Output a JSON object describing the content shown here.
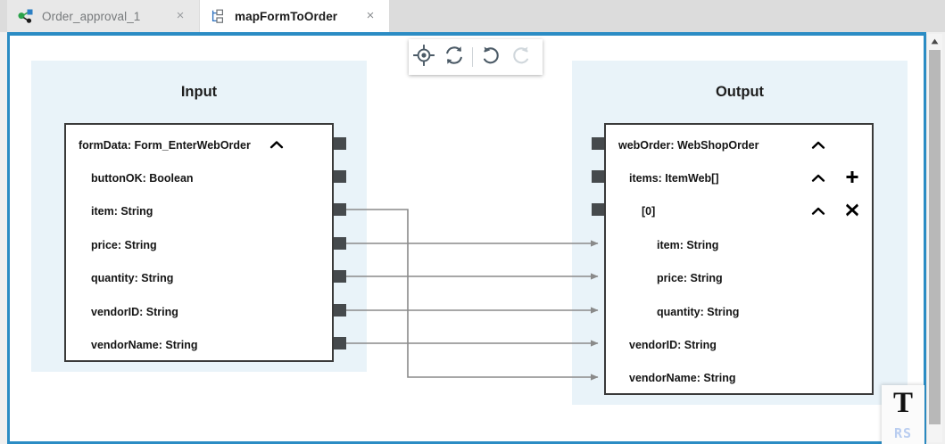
{
  "window": {
    "accent_color": "#2b8cc4",
    "panel_bg": "#e9f3f9",
    "node_border": "#3a3a3a",
    "port_color": "#464a4d",
    "link_color": "#8a8a8a"
  },
  "tabs": [
    {
      "label": "Order_approval_1",
      "icon": "process-flow-icon",
      "close_label": "×",
      "active": false
    },
    {
      "label": "mapFormToOrder",
      "icon": "mapping-tree-icon",
      "close_label": "×",
      "active": true
    }
  ],
  "toolbar": {
    "buttons": [
      {
        "name": "center-target-button",
        "icon": "target-icon",
        "enabled": true
      },
      {
        "name": "refresh-button",
        "icon": "refresh-icon",
        "enabled": true
      },
      {
        "name": "undo-button",
        "icon": "undo-icon",
        "enabled": true
      },
      {
        "name": "redo-button",
        "icon": "redo-icon",
        "enabled": false
      }
    ]
  },
  "mapping": {
    "input": {
      "title": "Input",
      "root": "formData: Form_EnterWebOrder",
      "root_collapse_icon": "chevron-up-icon",
      "fields": [
        {
          "label": "buttonOK: Boolean",
          "connected": false
        },
        {
          "label": "item: String",
          "connected": true
        },
        {
          "label": "price: String",
          "connected": true
        },
        {
          "label": "quantity: String",
          "connected": true
        },
        {
          "label": "vendorID: String",
          "connected": true
        },
        {
          "label": "vendorName: String",
          "connected": true
        }
      ]
    },
    "output": {
      "title": "Output",
      "rows": [
        {
          "label": "webOrder: WebShopOrder",
          "indent": 0,
          "port": true,
          "icons": [
            "chevron-up-icon"
          ]
        },
        {
          "label": "items: ItemWeb[]",
          "indent": 1,
          "port": true,
          "icons": [
            "chevron-up-icon",
            "plus-icon"
          ]
        },
        {
          "label": "[0]",
          "indent": 2,
          "port": true,
          "icons": [
            "chevron-up-icon",
            "cross-icon"
          ]
        },
        {
          "label": "item: String",
          "indent": 3,
          "port": false,
          "icons": []
        },
        {
          "label": "price: String",
          "indent": 3,
          "port": false,
          "icons": []
        },
        {
          "label": "quantity: String",
          "indent": 3,
          "port": false,
          "icons": []
        },
        {
          "label": "vendorID: String",
          "indent": 1,
          "port": false,
          "icons": []
        },
        {
          "label": "vendorName: String",
          "indent": 1,
          "port": false,
          "icons": []
        }
      ]
    },
    "links": [
      {
        "from": "item: String",
        "to": "vendorName: String"
      },
      {
        "from": "price: String",
        "to": "item: String"
      },
      {
        "from": "quantity: String",
        "to": "price: String"
      },
      {
        "from": "vendorID: String",
        "to": "quantity: String"
      },
      {
        "from": "vendorName: String",
        "to": "vendorID: String"
      }
    ],
    "glyphs": {
      "chevron_up": "⌃",
      "plus": "➕",
      "cross": "✖"
    }
  },
  "badge": {
    "letter": "T",
    "sub": "RS"
  },
  "scrollbar": {
    "up_arrow": "▲"
  }
}
